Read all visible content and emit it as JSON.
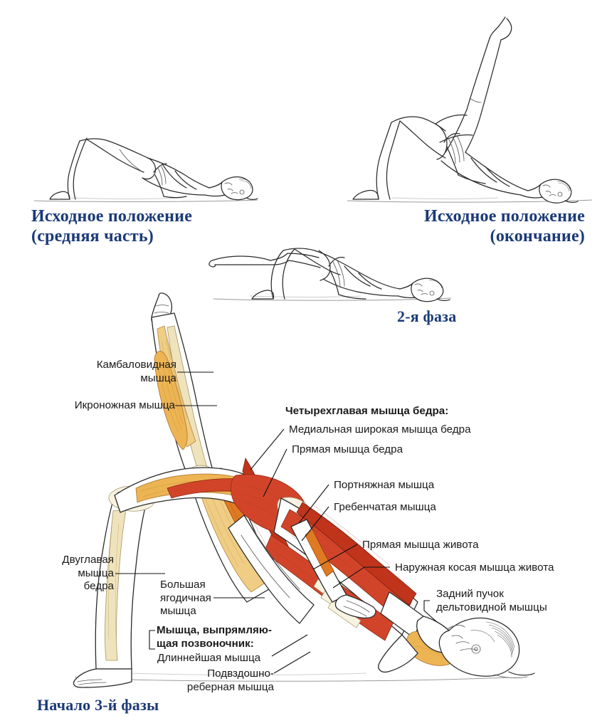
{
  "page": {
    "title": "Анатомия упражнения: ягодичный мостик с подъёмом ноги",
    "language": "ru",
    "background_color": "#ffffff",
    "heading_color": "#1b3a78",
    "label_color": "#1a1a1a"
  },
  "phases": [
    {
      "id": "phase-start-middle",
      "text": "Исходное положение\n(средняя часть)",
      "align": "left",
      "figure": "bridge-pose-both-feet-down"
    },
    {
      "id": "phase-start-end",
      "text": "Исходное положение\n(окончание)",
      "align": "right",
      "figure": "bridge-pose-leg-raised-vertical"
    },
    {
      "id": "phase-two",
      "text": "2-я фаза",
      "align": "left",
      "figure": "bridge-pose-leg-extended-horizontal"
    },
    {
      "id": "phase-three-start",
      "text": "Начало 3-й фазы",
      "align": "left",
      "figure": "anatomical-bridge-pose-muscles"
    }
  ],
  "anatomy_labels": [
    {
      "id": "soleus",
      "text": "Камбаловидная\nмышца",
      "align": "right",
      "bold": false,
      "side": "left",
      "muscle_en": "soleus"
    },
    {
      "id": "gastrocnemius",
      "text": "Икроножная мышца",
      "align": "right",
      "bold": false,
      "side": "left",
      "muscle_en": "gastrocnemius"
    },
    {
      "id": "quadriceps-group",
      "text": "Четырехглавая мышца бедра:",
      "align": "left",
      "bold": true,
      "side": "right",
      "muscle_en": "quadriceps femoris (group header)"
    },
    {
      "id": "vastus-medialis",
      "text": "Медиальная широкая мышца бедра",
      "align": "left",
      "bold": false,
      "side": "right",
      "muscle_en": "vastus medialis"
    },
    {
      "id": "rectus-femoris",
      "text": "Прямая мышца бедра",
      "align": "left",
      "bold": false,
      "side": "right",
      "muscle_en": "rectus femoris"
    },
    {
      "id": "sartorius",
      "text": "Портняжная мышца",
      "align": "left",
      "bold": false,
      "side": "right",
      "muscle_en": "sartorius"
    },
    {
      "id": "pectineus",
      "text": "Гребенчатая мышца",
      "align": "left",
      "bold": false,
      "side": "right",
      "muscle_en": "pectineus"
    },
    {
      "id": "rectus-abdominis",
      "text": "Прямая мышца живота",
      "align": "left",
      "bold": false,
      "side": "right",
      "muscle_en": "rectus abdominis"
    },
    {
      "id": "external-oblique",
      "text": "Наружная косая мышца живота",
      "align": "left",
      "bold": false,
      "side": "right",
      "muscle_en": "external oblique"
    },
    {
      "id": "posterior-deltoid",
      "text": "Задний пучок\nдельтовидной мышцы",
      "align": "left",
      "bold": false,
      "side": "right",
      "muscle_en": "posterior deltoid"
    },
    {
      "id": "biceps-femoris",
      "text": "Двуглавая\nмышца\nбедра",
      "align": "right",
      "bold": false,
      "side": "left",
      "muscle_en": "biceps femoris"
    },
    {
      "id": "gluteus-maximus",
      "text": "Большая\nягодичная\nмышца",
      "align": "left",
      "bold": false,
      "side": "left",
      "muscle_en": "gluteus maximus"
    },
    {
      "id": "erector-spinae-group",
      "text": "Мышца, выпрямляю-\nщая позвоночник:",
      "align": "left",
      "bold": true,
      "side": "left",
      "muscle_en": "erector spinae (group header)"
    },
    {
      "id": "longissimus",
      "text": "Длиннейшая мышца",
      "align": "left",
      "bold": false,
      "side": "left",
      "muscle_en": "longissimus"
    },
    {
      "id": "iliocostalis",
      "text": "Подвздошно-\nреберная мышца",
      "align": "right",
      "bold": false,
      "side": "left",
      "muscle_en": "iliocostalis"
    }
  ],
  "palette": {
    "heading_blue": "#1b3a78",
    "muscle_deep_red": "#c0341b",
    "muscle_red": "#d2442a",
    "muscle_orange": "#e07a22",
    "muscle_amber": "#edb454",
    "muscle_tan": "#f0cd84",
    "bone": "#efe3bd",
    "ink": "#2b2b2b"
  }
}
